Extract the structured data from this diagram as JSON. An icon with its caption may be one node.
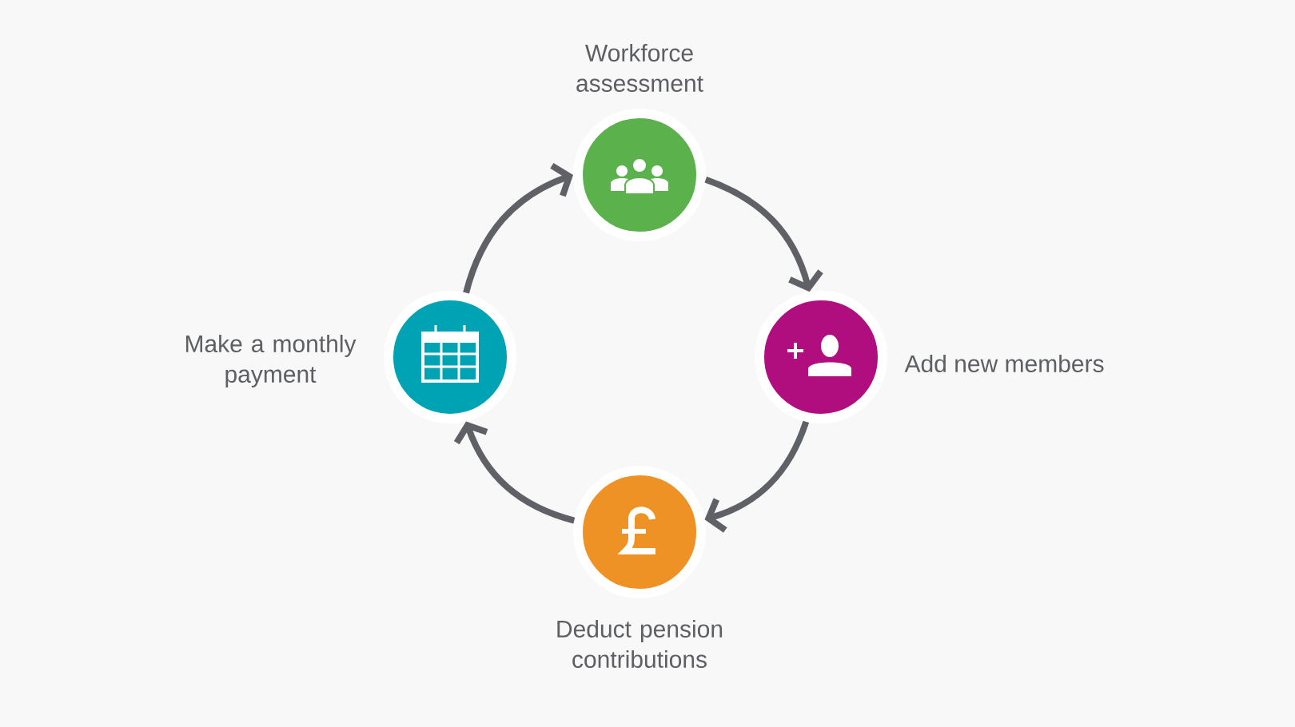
{
  "diagram": {
    "nodes": [
      {
        "text": [
          "Workforce assessment"
        ]
      },
      {
        "text": [
          "Add new members"
        ]
      },
      {
        "text": [
          "Deduct pension contributions"
        ]
      },
      {
        "text": [
          "Make a monthly payment"
        ]
      }
    ],
    "edges": [
      {
        "from": 0,
        "to": 1,
        "arrow": "to"
      },
      {
        "from": 1,
        "to": 2,
        "arrow": "to"
      },
      {
        "from": 2,
        "to": 3,
        "arrow": "to"
      },
      {
        "from": 3,
        "to": 0,
        "arrow": "to"
      }
    ]
  }
}
